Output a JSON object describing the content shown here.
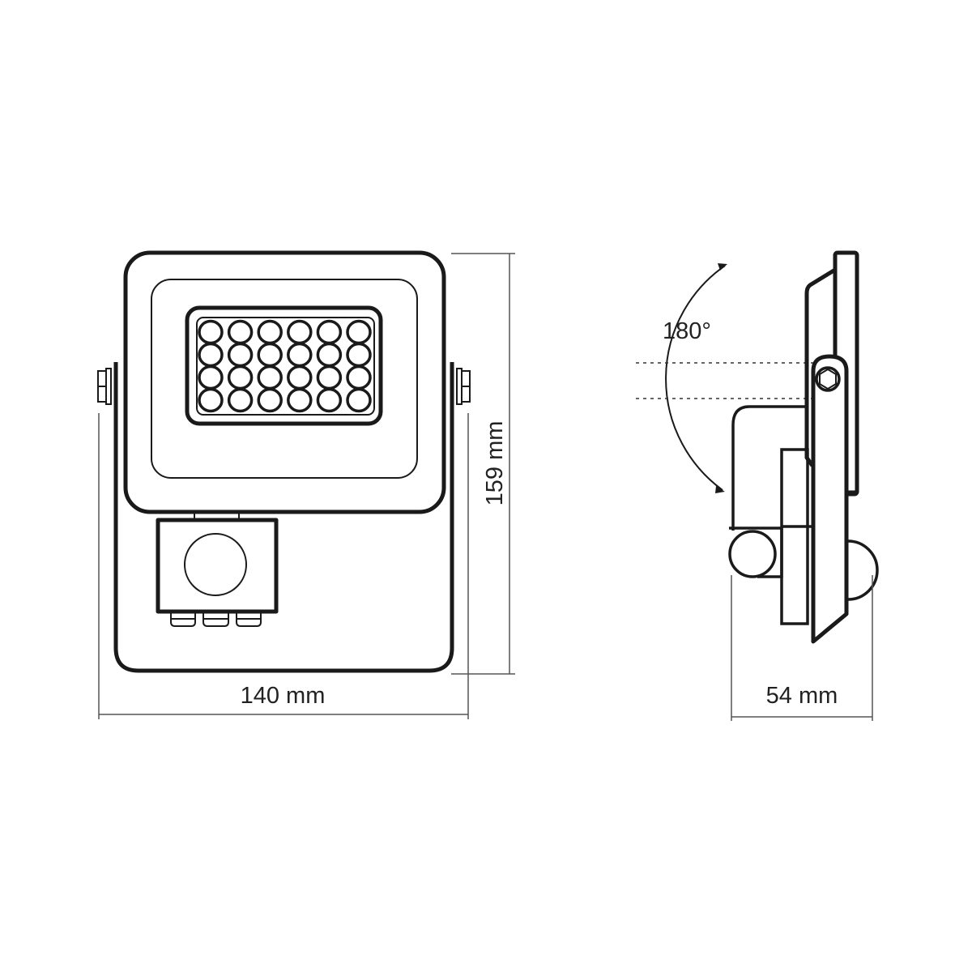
{
  "front_view": {
    "width_label": "140 mm",
    "height_label": "159 mm",
    "led_rows": 4,
    "led_cols": 6
  },
  "side_view": {
    "depth_label": "54 mm",
    "rotation_label": "180°"
  },
  "colors": {
    "line": "#1a1a1a",
    "dimension": "#555555",
    "background": "#ffffff"
  }
}
